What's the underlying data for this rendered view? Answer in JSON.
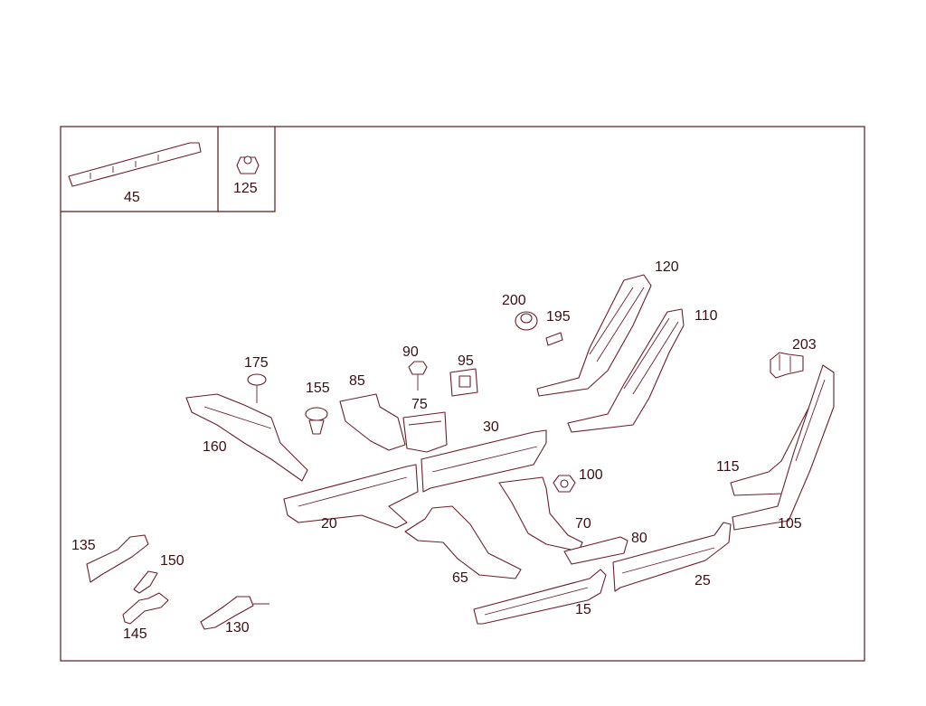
{
  "diagram": {
    "inset_labels": [
      "45",
      "125"
    ],
    "part_labels": {
      "p120": "120",
      "p110": "110",
      "p200": "200",
      "p195": "195",
      "p203": "203",
      "p175": "175",
      "p90": "90",
      "p95": "95",
      "p155": "155",
      "p85": "85",
      "p75": "75",
      "p30": "30",
      "p160": "160",
      "p100": "100",
      "p115": "115",
      "p20": "20",
      "p70": "70",
      "p80": "80",
      "p105": "105",
      "p135": "135",
      "p150": "150",
      "p65": "65",
      "p25": "25",
      "p145": "145",
      "p130": "130",
      "p15": "15"
    }
  }
}
